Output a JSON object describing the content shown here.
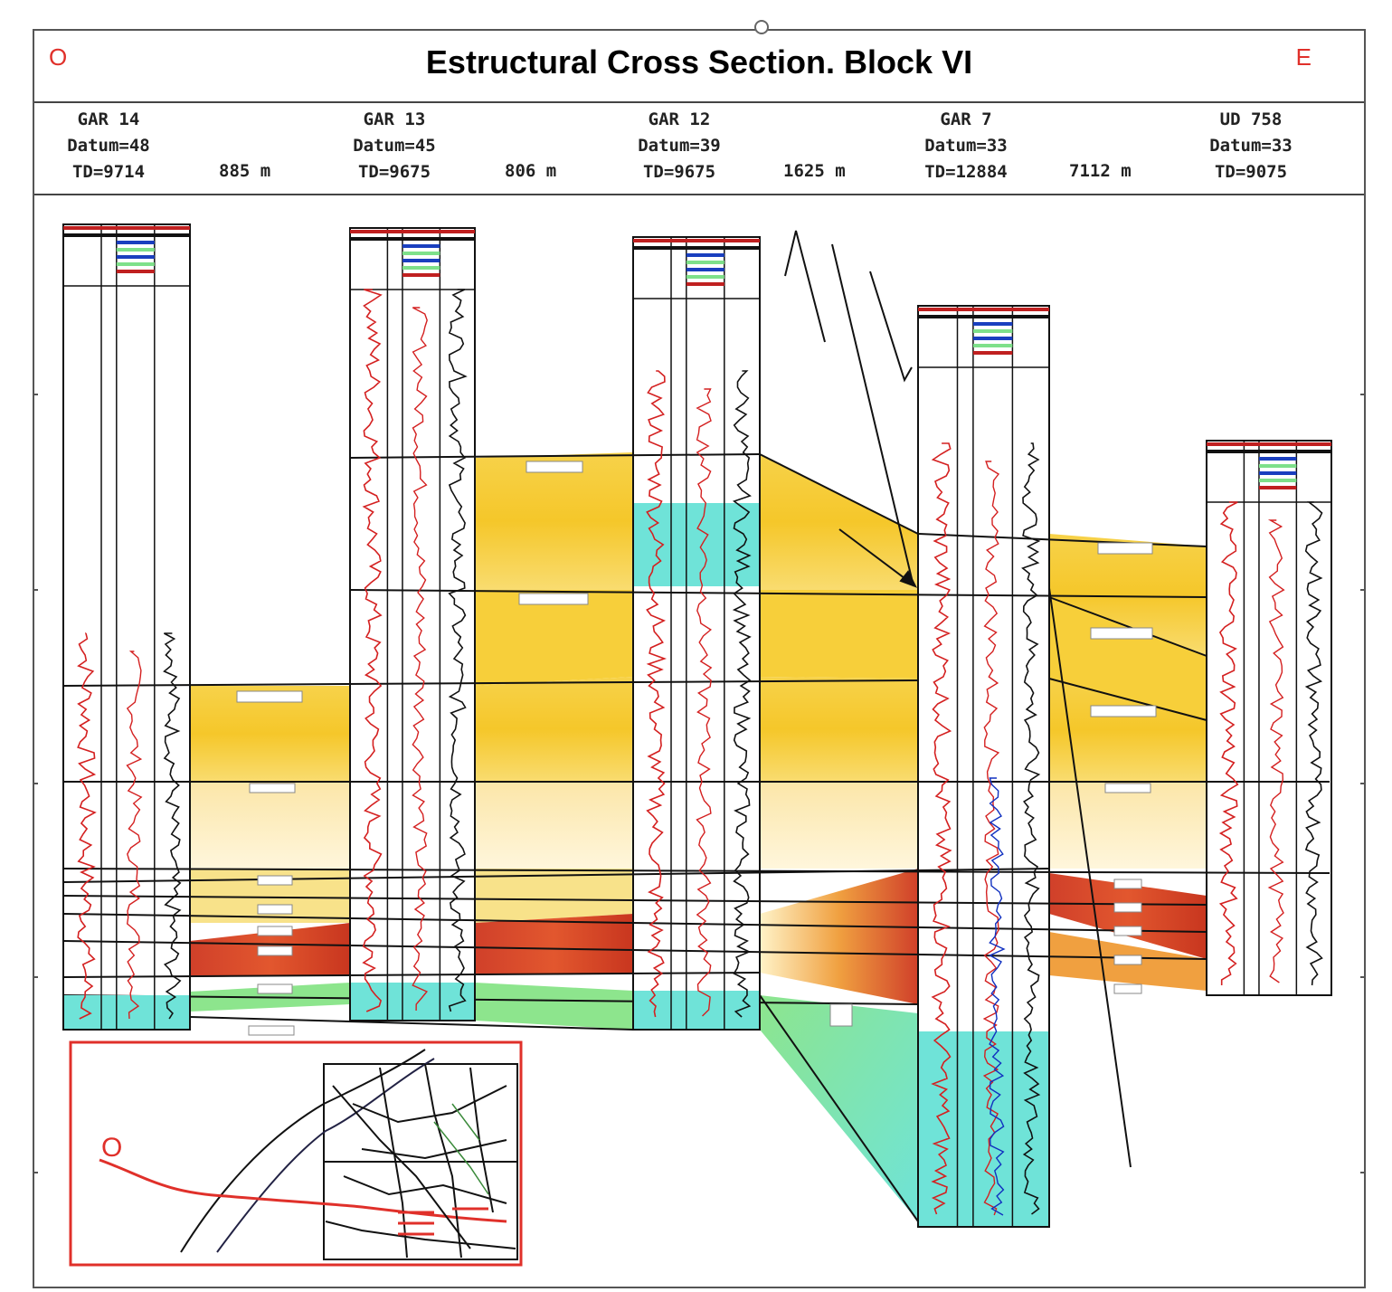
{
  "title": "Estructural Cross Section. Block VI",
  "directions": {
    "west": "O",
    "east": "E"
  },
  "wells": [
    {
      "name": "GAR 14",
      "datum": "Datum=48",
      "td": "TD=9714"
    },
    {
      "name": "GAR 13",
      "datum": "Datum=45",
      "td": "TD=9675"
    },
    {
      "name": "GAR 12",
      "datum": "Datum=39",
      "td": "TD=9675"
    },
    {
      "name": "GAR 7",
      "datum": "Datum=33",
      "td": "TD=12884"
    },
    {
      "name": "UD 758",
      "datum": "Datum=33",
      "td": "TD=9075"
    }
  ],
  "spacings": [
    "885 m",
    "806 m",
    "1625 m",
    "7112 m"
  ],
  "inset_map": {
    "origin_label": "O"
  },
  "colors": {
    "yellow_zone": "#f5c72a",
    "red_zone": "#d0402a",
    "green_zone": "#7ee08a",
    "cyan_zone": "#6fe3d8",
    "frame_red": "#e0302a",
    "log_red": "#d42020",
    "log_black": "#111111",
    "log_blue": "#1030c0"
  }
}
